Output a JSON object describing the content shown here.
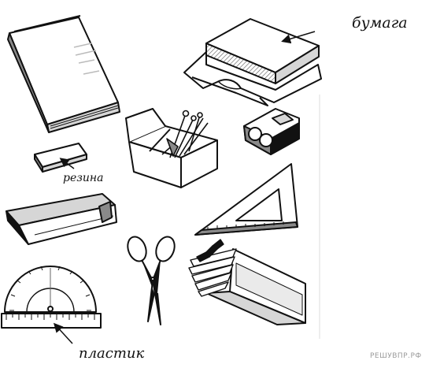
{
  "labels": {
    "paper": "бумага",
    "eraser": "резина",
    "plastic": "пластик"
  },
  "watermark": "РЕШУВПР.РФ",
  "icons": [
    "book-icon",
    "paper-tray-icon",
    "pencil-holder-icon",
    "sharpener-icon",
    "eraser-icon",
    "pencil-case-icon",
    "set-square-icon",
    "scissors-icon",
    "pencil-box-icon",
    "protractor-ruler-icon"
  ],
  "colors": {
    "ink": "#111111",
    "shade": "#8a8a8a",
    "light": "#d6d6d6",
    "watermark": "#9a9a9a"
  }
}
